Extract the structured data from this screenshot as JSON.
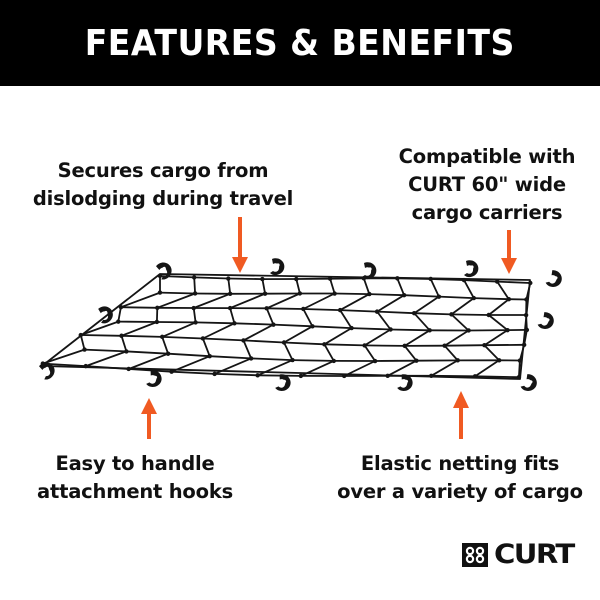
{
  "header": {
    "title": "FEATURES & BENEFITS"
  },
  "callouts": [
    {
      "id": "secures-cargo",
      "lines": [
        "Secures cargo from",
        "dislodging during travel"
      ],
      "arrow_direction": "down"
    },
    {
      "id": "compatible",
      "lines": [
        "Compatible with",
        "CURT 60\" wide",
        "cargo carriers"
      ],
      "arrow_direction": "down"
    },
    {
      "id": "attachment-hooks",
      "lines": [
        "Easy to handle",
        "attachment hooks"
      ],
      "arrow_direction": "up"
    },
    {
      "id": "elastic-netting",
      "lines": [
        "Elastic netting fits",
        "over a variety of cargo"
      ],
      "arrow_direction": "up"
    }
  ],
  "product": {
    "image": "cargo-net-with-hooks"
  },
  "brand": {
    "name": "CURT",
    "logo_icon": "curt-logo-icon"
  },
  "colors": {
    "header_bg": "#000000",
    "header_text": "#ffffff",
    "arrow": "#f05a22",
    "text": "#111111",
    "net": "#151515"
  }
}
